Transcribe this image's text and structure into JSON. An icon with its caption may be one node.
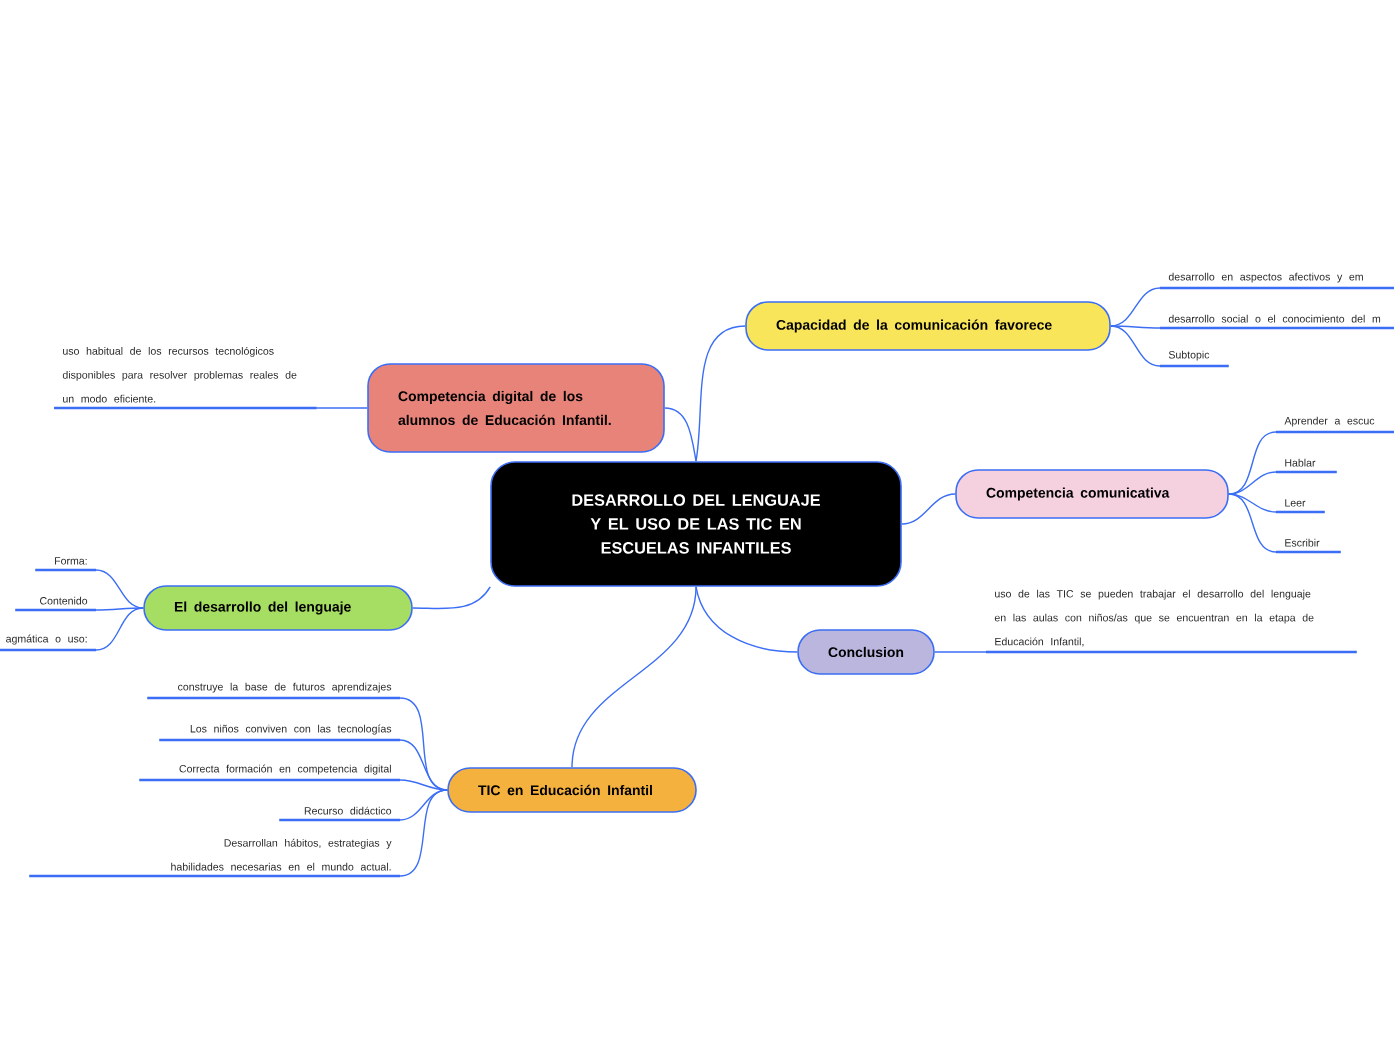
{
  "diagram": {
    "nodes": [
      {
        "text": [
          "DESARROLLO DEL LENGUAJE Y EL USO DE LAS TIC EN ESCUELAS INFANTILES"
        ]
      },
      {
        "text": [
          "Capacidad de la comunicación favorece"
        ]
      },
      {
        "text": [
          "desarrollo en aspectos afectivos y em"
        ]
      },
      {
        "text": [
          "desarrollo social o el conocimiento del m"
        ]
      },
      {
        "text": [
          "Subtopic"
        ]
      },
      {
        "text": [
          "Competencia  comunicativa"
        ]
      },
      {
        "text": [
          "Aprender a escuc"
        ]
      },
      {
        "text": [
          "Hablar"
        ]
      },
      {
        "text": [
          "Leer"
        ]
      },
      {
        "text": [
          "Escribir"
        ]
      },
      {
        "text": [
          "Conclusion"
        ]
      },
      {
        "text": [
          "uso de las TIC se pueden trabajar el desarrollo del lenguaje en las aulas con niños/as que se encuentran en la etapa de Educación Infantil,"
        ]
      },
      {
        "text": [
          "TIC en Educación Infantil"
        ]
      },
      {
        "text": [
          "construye la base de futuros aprendizajes"
        ]
      },
      {
        "text": [
          "Los niños conviven con las tecnologías"
        ]
      },
      {
        "text": [
          "Correcta formación en competencia digital"
        ]
      },
      {
        "text": [
          "Recurso didáctico"
        ]
      },
      {
        "text": [
          "Desarrollan hábitos, estrategias y habilidades necesarias en el mundo actual."
        ]
      },
      {
        "text": [
          "El desarrollo del lenguaje"
        ]
      },
      {
        "text": [
          "Forma:"
        ]
      },
      {
        "text": [
          "Contenido"
        ]
      },
      {
        "text": [
          "agmática o uso:"
        ]
      },
      {
        "text": [
          "Competencia digital de los alumnos de Educación Infantil."
        ]
      },
      {
        "text": [
          "uso habitual de los recursos tecnológicos disponibles para resolver problemas reales de un modo eficiente."
        ]
      }
    ],
    "edges": [
      {
        "from": 0,
        "to": 1,
        "arrow": "none"
      },
      {
        "from": 1,
        "to": 2,
        "arrow": "none"
      },
      {
        "from": 1,
        "to": 3,
        "arrow": "none"
      },
      {
        "from": 1,
        "to": 4,
        "arrow": "none"
      },
      {
        "from": 0,
        "to": 5,
        "arrow": "none"
      },
      {
        "from": 5,
        "to": 6,
        "arrow": "none"
      },
      {
        "from": 5,
        "to": 7,
        "arrow": "none"
      },
      {
        "from": 5,
        "to": 8,
        "arrow": "none"
      },
      {
        "from": 5,
        "to": 9,
        "arrow": "none"
      },
      {
        "from": 0,
        "to": 10,
        "arrow": "none"
      },
      {
        "from": 10,
        "to": 11,
        "arrow": "none"
      },
      {
        "from": 0,
        "to": 12,
        "arrow": "none"
      },
      {
        "from": 12,
        "to": 13,
        "arrow": "none"
      },
      {
        "from": 12,
        "to": 14,
        "arrow": "none"
      },
      {
        "from": 12,
        "to": 15,
        "arrow": "none"
      },
      {
        "from": 12,
        "to": 16,
        "arrow": "none"
      },
      {
        "from": 12,
        "to": 17,
        "arrow": "none"
      },
      {
        "from": 0,
        "to": 18,
        "arrow": "none"
      },
      {
        "from": 18,
        "to": 19,
        "arrow": "none"
      },
      {
        "from": 18,
        "to": 20,
        "arrow": "none"
      },
      {
        "from": 18,
        "to": 21,
        "arrow": "none"
      },
      {
        "from": 0,
        "to": 22,
        "arrow": "none"
      },
      {
        "from": 22,
        "to": 23,
        "arrow": "none"
      }
    ]
  }
}
